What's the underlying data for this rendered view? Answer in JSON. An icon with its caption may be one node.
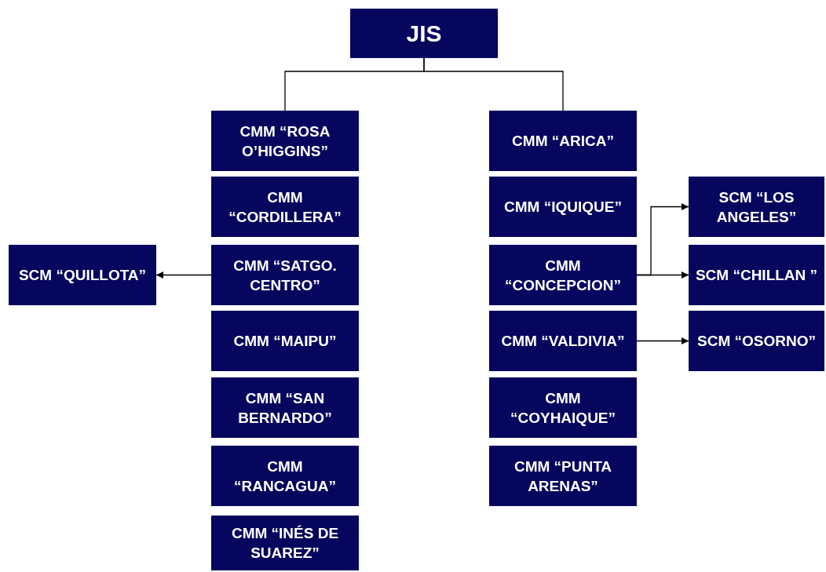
{
  "diagram": {
    "nodes": [
      {
        "text": [
          "JIS"
        ]
      },
      {
        "text": [
          "CMM “ROSA O’HIGGINS”"
        ]
      },
      {
        "text": [
          "CMM “CORDILLERA”"
        ]
      },
      {
        "text": [
          "CMM “SATGO. CENTRO”"
        ]
      },
      {
        "text": [
          "SCM “QUILLOTA”"
        ]
      },
      {
        "text": [
          "CMM “MAIPU”"
        ]
      },
      {
        "text": [
          "CMM “SAN BERNARDO”"
        ]
      },
      {
        "text": [
          "CMM “RANCAGUA”"
        ]
      },
      {
        "text": [
          "CMM “INÉS DE SUAREZ”"
        ]
      },
      {
        "text": [
          "CMM “ARICA”"
        ]
      },
      {
        "text": [
          "CMM “IQUIQUE”"
        ]
      },
      {
        "text": [
          "CMM “CONCEPCION”"
        ]
      },
      {
        "text": [
          "SCM “LOS ANGELES”"
        ]
      },
      {
        "text": [
          "SCM “CHILLAN ”"
        ]
      },
      {
        "text": [
          "CMM “VALDIVIA”"
        ]
      },
      {
        "text": [
          "SCM “OSORNO”"
        ]
      },
      {
        "text": [
          "CMM “COYHAIQUE”"
        ]
      },
      {
        "text": [
          "CMM “PUNTA ARENAS”"
        ]
      }
    ],
    "edges": [
      {
        "from": 0,
        "to": 1,
        "arrow": "none"
      },
      {
        "from": 0,
        "to": 9,
        "arrow": "none"
      },
      {
        "from": 3,
        "to": 4,
        "arrow": "to"
      },
      {
        "from": 11,
        "to": 12,
        "arrow": "to"
      },
      {
        "from": 11,
        "to": 13,
        "arrow": "to"
      },
      {
        "from": 14,
        "to": 15,
        "arrow": "to"
      }
    ]
  }
}
